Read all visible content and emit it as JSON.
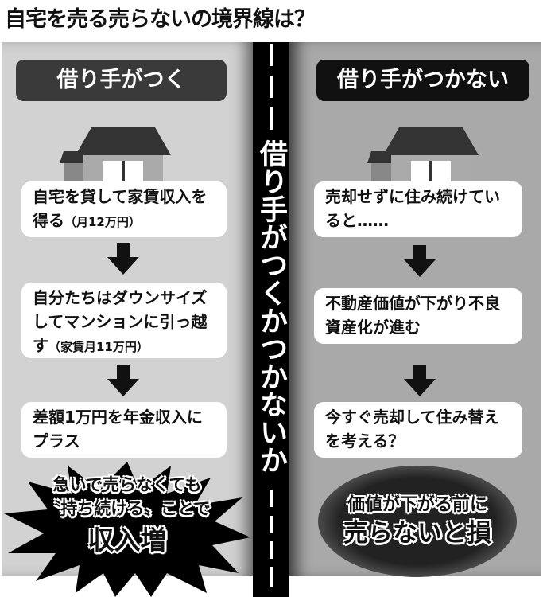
{
  "title": "自宅を売る売らないの境界線は？",
  "center_label": "借り手がつくかつかないか",
  "left": {
    "heading": "借り手がつく",
    "steps": [
      {
        "text": "自宅を貸して家賃収入を得る",
        "note": "（月12万円）"
      },
      {
        "text": "自分たちはダウンサイズしてマンションに引っ越す",
        "note": "（家賃月11万円）"
      },
      {
        "text": "差額1万円を年金収入にプラス",
        "note": ""
      }
    ],
    "callout": {
      "line1": "急いで売らなくても",
      "line2": "〝持ち続ける〟ことで",
      "line3": "収入増"
    }
  },
  "right": {
    "heading": "借り手がつかない",
    "steps": [
      {
        "text": "売却せずに住み続けていると……"
      },
      {
        "text": "不動産価値が下がり不良資産化が進む"
      },
      {
        "text": "今すぐ売却して住み替えを考える？"
      }
    ],
    "callout": {
      "line1": "価値が下がる前に",
      "line2": "売らないと損"
    }
  }
}
